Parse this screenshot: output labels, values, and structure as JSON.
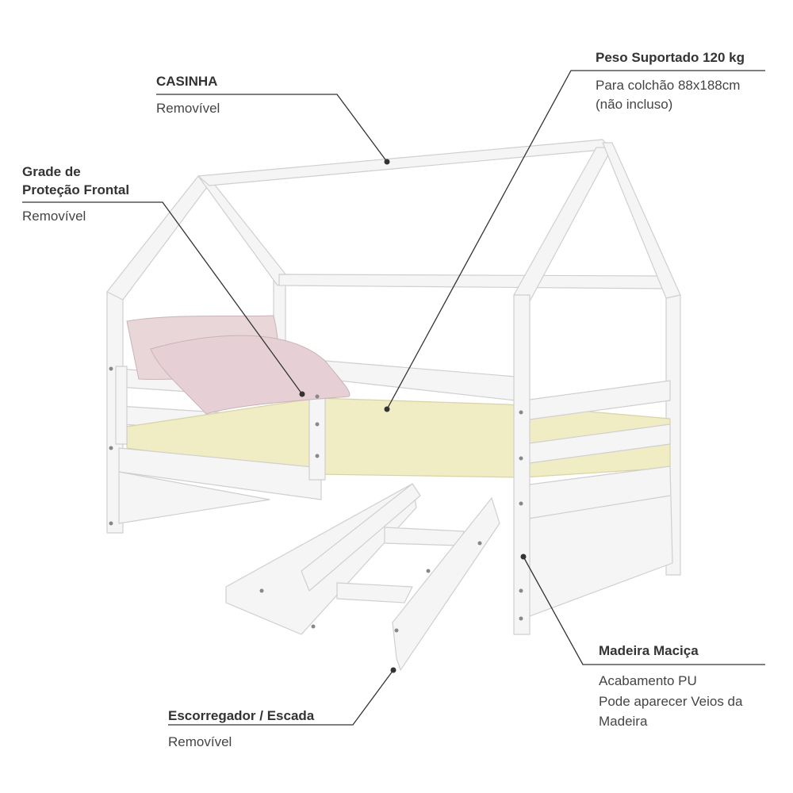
{
  "callouts": {
    "casinha": {
      "title": "CASINHA",
      "lines": [
        "Removível"
      ]
    },
    "grade": {
      "title_lines": [
        "Grade de",
        "Proteção Frontal"
      ],
      "lines": [
        "Removível"
      ]
    },
    "peso": {
      "title": "Peso Suportado 120 kg",
      "lines": [
        "Para colchão 88x188cm",
        "(não incluso)"
      ]
    },
    "madeira": {
      "title": "Madeira Maciça",
      "lines": [
        "Acabamento PU",
        "Pode aparecer Veios da",
        "Madeira"
      ]
    },
    "escorregador": {
      "title": "Escorregador / Escada",
      "lines": [
        "Removível"
      ]
    }
  },
  "colors": {
    "text": "#333333",
    "frame": "#f4f4f4",
    "frame_edge": "#cfcfcf",
    "mattress": "#f0ecc4",
    "pillow": "#e6d2d6"
  }
}
